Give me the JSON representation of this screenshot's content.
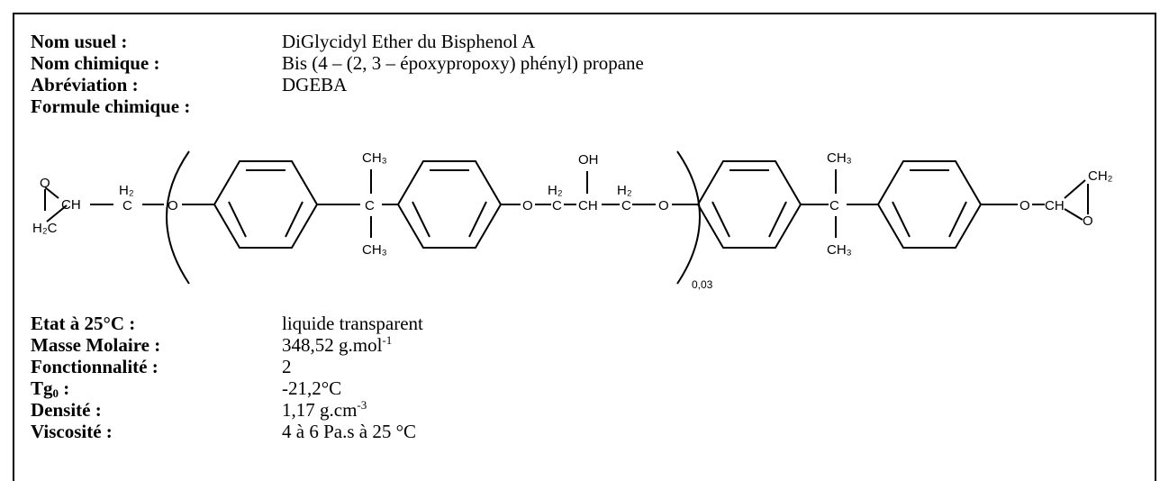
{
  "header": [
    {
      "label": "Nom usuel :",
      "value": "DiGlycidyl Ether du Bisphenol A"
    },
    {
      "label": "Nom chimique :",
      "value": "Bis (4 – (2, 3 – époxypropoxy) phényl) propane"
    },
    {
      "label": "Abréviation :",
      "value": "DGEBA"
    },
    {
      "label": "Formule chimique :",
      "value": ""
    }
  ],
  "formula": {
    "o": "O",
    "ch": "CH",
    "h2c": "H₂C",
    "h2": "H₂",
    "c": "C",
    "ch3": "CH₃",
    "oh": "OH",
    "ch2": "CH₂",
    "subscript_n": "0,03"
  },
  "properties": {
    "etat": {
      "label": "Etat à 25°C :",
      "value": "liquide transparent"
    },
    "masse": {
      "label": "Masse Molaire :",
      "value": "348,52 g.mol",
      "sup": "-1"
    },
    "fonct": {
      "label": "Fonctionnalité :",
      "value": "2"
    },
    "tg": {
      "label": "Tg",
      "sub": "0",
      "colon": " :",
      "value": "-21,2°C"
    },
    "densite": {
      "label": "Densité :",
      "value": "1,17 g.cm",
      "sup": "-3"
    },
    "visc": {
      "label": "Viscosité :",
      "value": "4 à 6 Pa.s à 25 °C"
    }
  }
}
